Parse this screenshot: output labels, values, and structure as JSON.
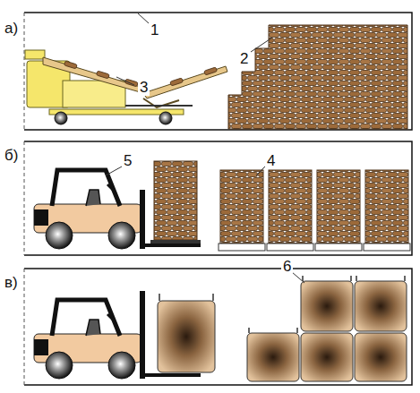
{
  "diagram": {
    "labels": [
      "а)",
      "1",
      "2",
      "3",
      "б)",
      "5",
      "4",
      "в)",
      "6"
    ]
  }
}
